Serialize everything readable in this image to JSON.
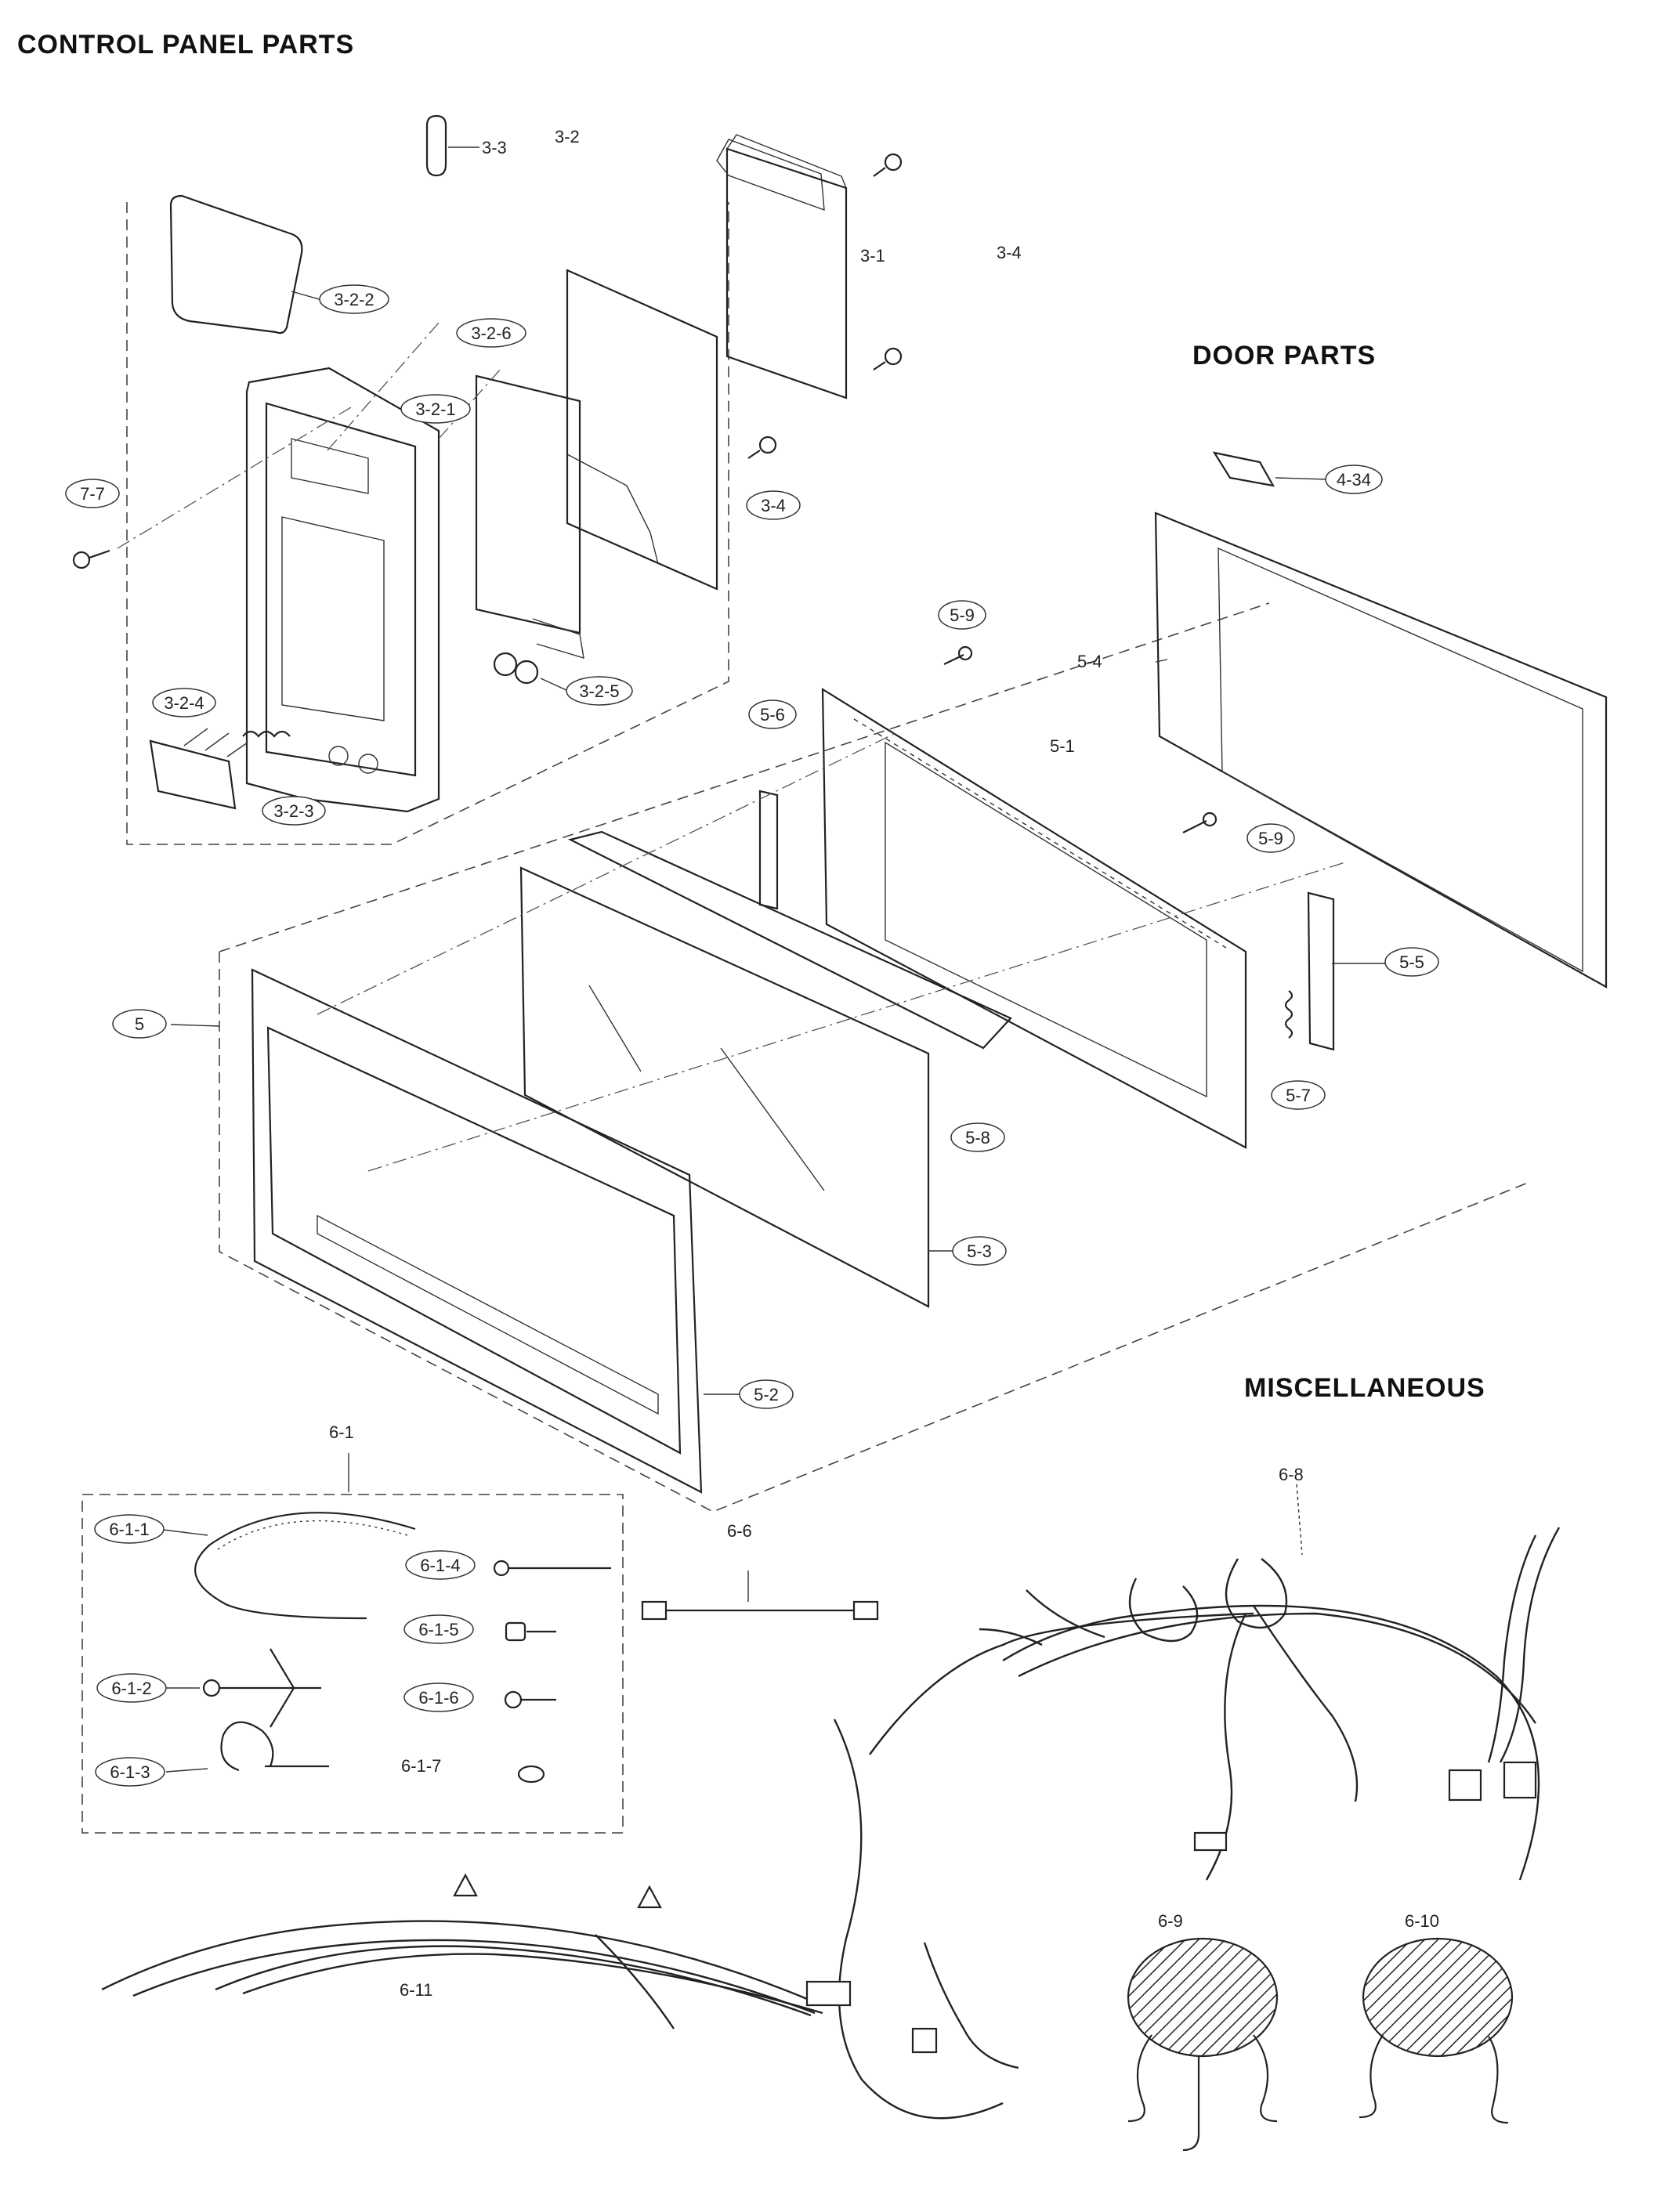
{
  "headings": {
    "control_panel": "CONTROL PANEL PARTS",
    "door": "DOOR PARTS",
    "misc": "MISCELLANEOUS"
  },
  "labels": {
    "p3_3": "3-3",
    "p3_2": "3-2",
    "p3_1": "3-1",
    "p3_4a": "3-4",
    "p3_2_2": "3-2-2",
    "p3_2_6": "3-2-6",
    "p3_2_1": "3-2-1",
    "p7_7": "7-7",
    "p3_4b": "3-4",
    "p3_2_4": "3-2-4",
    "p3_2_5": "3-2-5",
    "p3_2_3": "3-2-3",
    "p4_34": "4-34",
    "p5_4": "5-4",
    "p5_9a": "5-9",
    "p5_6": "5-6",
    "p5_1": "5-1",
    "p5_9b": "5-9",
    "p5": "5",
    "p5_5": "5-5",
    "p5_7": "5-7",
    "p5_8": "5-8",
    "p5_3": "5-3",
    "p5_2": "5-2",
    "p6_1": "6-1",
    "p6_1_1": "6-1-1",
    "p6_1_4": "6-1-4",
    "p6_1_5": "6-1-5",
    "p6_1_2": "6-1-2",
    "p6_1_6": "6-1-6",
    "p6_1_3": "6-1-3",
    "p6_1_7": "6-1-7",
    "p6_6": "6-6",
    "p6_8": "6-8",
    "p6_11": "6-11",
    "p6_9": "6-9",
    "p6_10": "6-10"
  },
  "colors": {
    "line": "#222222",
    "background": "#ffffff"
  }
}
